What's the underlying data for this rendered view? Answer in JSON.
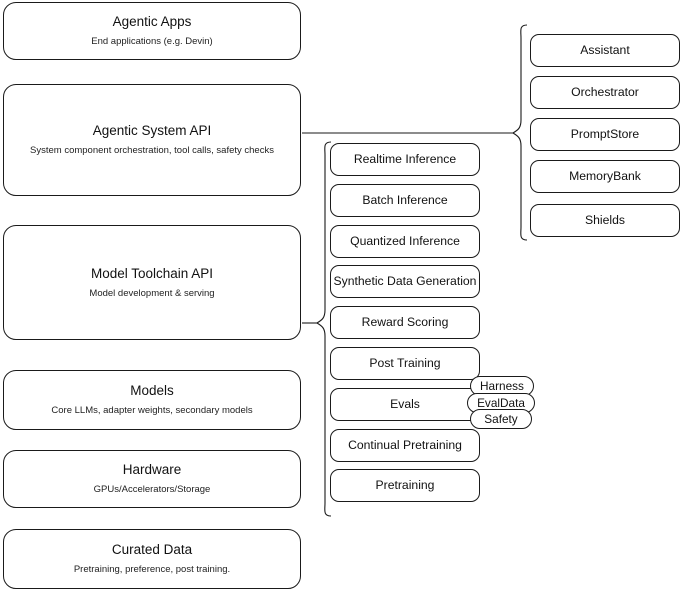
{
  "diagram": {
    "title": "Agentic AI stack layers",
    "stroke_color": "#1a1a1a",
    "background_color": "#ffffff",
    "layers": [
      {
        "title": "Agentic Apps",
        "sub": "End applications (e.g. Devin)"
      },
      {
        "title": "Agentic System API",
        "sub": "System component orchestration, tool calls, safety checks"
      },
      {
        "title": "Model Toolchain API",
        "sub": "Model development & serving"
      },
      {
        "title": "Models",
        "sub": "Core LLMs, adapter weights, secondary models"
      },
      {
        "title": "Hardware",
        "sub": "GPUs/Accelerators/Storage"
      },
      {
        "title": "Curated Data",
        "sub": "Pretraining, preference, post training."
      }
    ],
    "toolchain_components": [
      {
        "label": "Realtime Inference"
      },
      {
        "label": "Batch Inference"
      },
      {
        "label": "Quantized Inference"
      },
      {
        "label": "Synthetic Data Generation"
      },
      {
        "label": "Reward Scoring"
      },
      {
        "label": "Post Training"
      },
      {
        "label": "Evals"
      },
      {
        "label": "Continual Pretraining"
      },
      {
        "label": "Pretraining"
      }
    ],
    "evals_subcomponents": [
      {
        "label": "Harness"
      },
      {
        "label": "EvalData"
      },
      {
        "label": "Safety"
      }
    ],
    "system_components": [
      {
        "label": "Assistant"
      },
      {
        "label": "Orchestrator"
      },
      {
        "label": "PromptStore"
      },
      {
        "label": "MemoryBank"
      },
      {
        "label": "Shields"
      }
    ]
  }
}
